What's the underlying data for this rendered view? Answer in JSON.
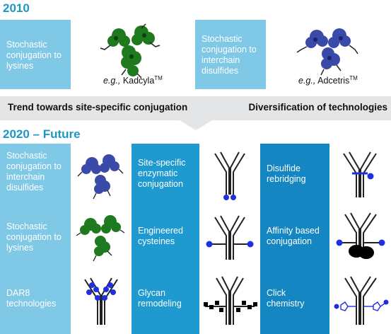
{
  "top": {
    "year": "2010",
    "left_label": "Stochastic conjugation to lysines",
    "left_caption_eg": "e.g.,",
    "left_caption_drug": "Kadcyla",
    "left_caption_tm": "TM",
    "right_label": "Stochastic conjugation to interchain disulfides",
    "right_caption_eg": "e.g.,",
    "right_caption_drug": "Adcetris",
    "right_caption_tm": "TM"
  },
  "trend": {
    "left": "Trend towards site-specific conjugation",
    "right": "Diversification of  technologies"
  },
  "future": {
    "title": "2020 – Future",
    "columns": [
      {
        "cells": [
          "Stochastic conjugation to interchain disulfides",
          "Stochastic conjugation to lysines",
          "DAR8 technologies"
        ]
      },
      {
        "cells": [
          "Site-specific enzymatic conjugation",
          "Engineered cysteines",
          "Glycan remodeling"
        ]
      },
      {
        "cells": [
          "Disulfide rebridging",
          "Affinity based conjugation",
          "Click chemistry"
        ]
      }
    ]
  },
  "colors": {
    "header_blue": "#1b97c5",
    "light_cell": "#7fc8e6",
    "mid_cell": "#1f9ad0",
    "dark_cell": "#1486c1",
    "payload_blue": "#1f2fe0",
    "protein_blue": "#3a4aa8",
    "protein_green": "#1f7a1f",
    "trend_bar": "#e3e5e7"
  },
  "icons": [
    "kadcyla-structure-icon",
    "adcetris-structure-icon",
    "antibody-icon",
    "payload-dot-icon",
    "glycan-square-icon",
    "triazole-icon"
  ]
}
